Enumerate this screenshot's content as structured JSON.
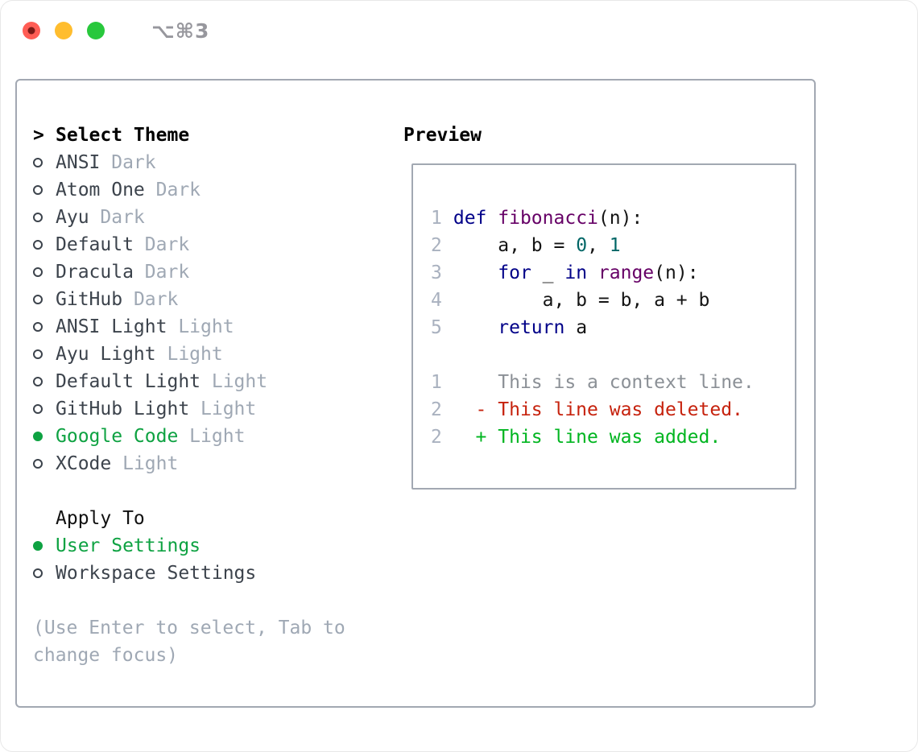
{
  "window": {
    "title": "⌥⌘3",
    "traffic_lights": [
      {
        "name": "close-button",
        "color": "#ff5d55"
      },
      {
        "name": "minimize-button",
        "color": "#ffbd2e"
      },
      {
        "name": "zoom-button",
        "color": "#28c83c"
      }
    ]
  },
  "theme_panel": {
    "header": {
      "prefix": ">",
      "label": "Select Theme"
    },
    "themes": [
      {
        "name": "ANSI",
        "tag": "Dark",
        "selected": false
      },
      {
        "name": "Atom One",
        "tag": "Dark",
        "selected": false
      },
      {
        "name": "Ayu",
        "tag": "Dark",
        "selected": false
      },
      {
        "name": "Default",
        "tag": "Dark",
        "selected": false
      },
      {
        "name": "Dracula",
        "tag": "Dark",
        "selected": false
      },
      {
        "name": "GitHub",
        "tag": "Dark",
        "selected": false
      },
      {
        "name": "ANSI Light",
        "tag": "Light",
        "selected": false
      },
      {
        "name": "Ayu Light",
        "tag": "Light",
        "selected": false
      },
      {
        "name": "Default Light",
        "tag": "Light",
        "selected": false
      },
      {
        "name": "GitHub Light",
        "tag": "Light",
        "selected": false
      },
      {
        "name": "Google Code",
        "tag": "Light",
        "selected": true
      },
      {
        "name": "XCode",
        "tag": "Light",
        "selected": false
      }
    ],
    "apply_to": {
      "label": "Apply To",
      "options": [
        {
          "name": "User Settings",
          "selected": true
        },
        {
          "name": "Workspace Settings",
          "selected": false
        }
      ]
    },
    "hint": "(Use Enter to select, Tab to change focus)"
  },
  "preview": {
    "title": "Preview",
    "lines": [
      {
        "num": "1",
        "segments": [
          {
            "t": "def",
            "s": "kw"
          },
          {
            "t": " ",
            "s": "plain"
          },
          {
            "t": "fibonacci",
            "s": "fn"
          },
          {
            "t": "(n):",
            "s": "plain"
          }
        ]
      },
      {
        "num": "2",
        "segments": [
          {
            "t": "    a, b = ",
            "s": "plain"
          },
          {
            "t": "0",
            "s": "num"
          },
          {
            "t": ", ",
            "s": "plain"
          },
          {
            "t": "1",
            "s": "num"
          }
        ]
      },
      {
        "num": "3",
        "segments": [
          {
            "t": "    ",
            "s": "plain"
          },
          {
            "t": "for",
            "s": "kw"
          },
          {
            "t": " _ ",
            "s": "plain"
          },
          {
            "t": "in",
            "s": "kw"
          },
          {
            "t": " ",
            "s": "plain"
          },
          {
            "t": "range",
            "s": "fn"
          },
          {
            "t": "(n):",
            "s": "plain"
          }
        ]
      },
      {
        "num": "4",
        "segments": [
          {
            "t": "        a, b = b, a + b",
            "s": "plain"
          }
        ]
      },
      {
        "num": "5",
        "segments": [
          {
            "t": "    ",
            "s": "plain"
          },
          {
            "t": "return",
            "s": "kw"
          },
          {
            "t": " a",
            "s": "plain"
          }
        ]
      },
      {
        "num": "",
        "segments": []
      },
      {
        "num": "1",
        "segments": [
          {
            "t": "    This is a context line.",
            "s": "ctx"
          }
        ]
      },
      {
        "num": "2",
        "segments": [
          {
            "t": "  - This line was deleted.",
            "s": "del"
          }
        ]
      },
      {
        "num": "2",
        "segments": [
          {
            "t": "  + This line was added.",
            "s": "add"
          }
        ]
      }
    ]
  },
  "colors": {
    "accent_green": "#0ea242",
    "text_dark": "#3c434c",
    "text_muted": "#9fa8b4",
    "title_gray": "#97979d",
    "border_gray": "#a2a8b2",
    "syntax": {
      "kw": "#000088",
      "fn": "#660066",
      "num": "#006666",
      "plain": "#141414",
      "ctx": "#8b9096",
      "del": "#c6220d",
      "add": "#00b520",
      "lineno": "#a9b1bf"
    }
  }
}
